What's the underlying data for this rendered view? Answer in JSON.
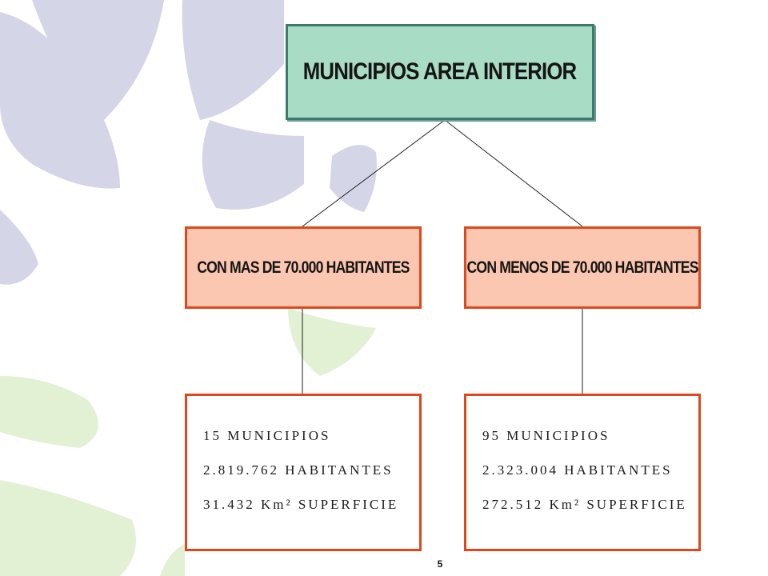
{
  "diagram": {
    "root": {
      "label": "MUNICIPIOS AREA INTERIOR"
    },
    "categories": [
      {
        "label": "CON MAS DE 70.000 HABITANTES",
        "details": [
          "15  MUNICIPIOS",
          "2.819.762 HABITANTES",
          "31.432 Km² SUPERFICIE"
        ]
      },
      {
        "label": "CON MENOS DE 70.000 HABITANTES",
        "details": [
          "95  MUNICIPIOS",
          "2.323.004 HABITANTES",
          "272.512 Km² SUPERFICIE"
        ]
      }
    ]
  },
  "colors": {
    "root_fill": "#a8dcc4",
    "root_border": "#3c7a6c",
    "category_fill": "#fcc7b0",
    "accent_border": "#e0481c",
    "background_shape_lavender": "#d5d5e8",
    "background_shape_green": "#e2f0d4"
  },
  "page_number": "5"
}
